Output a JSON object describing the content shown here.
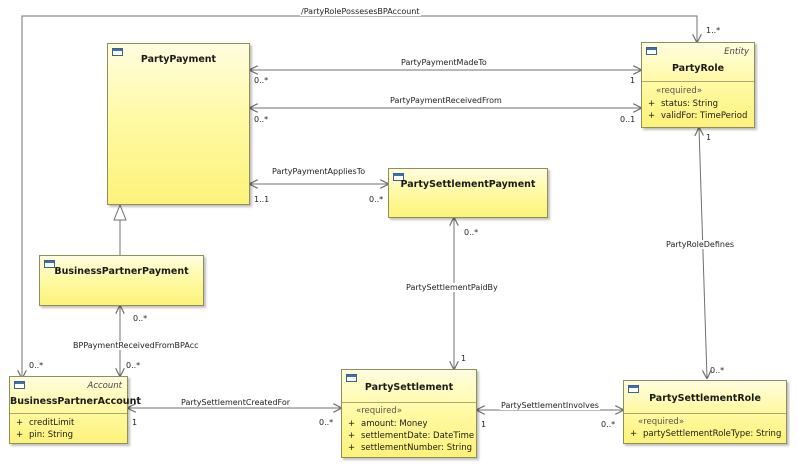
{
  "classes": {
    "party_payment": {
      "name": "PartyPayment"
    },
    "party_role": {
      "name": "PartyRole",
      "stereotype": "Entity",
      "required_label": "«required»",
      "attributes": [
        {
          "vis": "+",
          "text": "status: String"
        },
        {
          "vis": "+",
          "text": "validFor: TimePeriod"
        }
      ]
    },
    "party_settlement_payment": {
      "name": "PartySettlementPayment"
    },
    "business_partner_payment": {
      "name": "BusinessPartnerPayment"
    },
    "business_partner_account": {
      "name": "BusinessPartnerAccount",
      "stereotype": "Account",
      "attributes": [
        {
          "vis": "+",
          "text": "creditLimit"
        },
        {
          "vis": "+",
          "text": "pin: String"
        }
      ]
    },
    "party_settlement": {
      "name": "PartySettlement",
      "required_label": "«required»",
      "attributes": [
        {
          "vis": "+",
          "text": "amount: Money"
        },
        {
          "vis": "+",
          "text": "settlementDate: DateTime"
        },
        {
          "vis": "+",
          "text": "settlementNumber: String"
        }
      ]
    },
    "party_settlement_role": {
      "name": "PartySettlementRole",
      "required_label": "«required»",
      "attributes": [
        {
          "vis": "+",
          "text": "partySettlementRoleType: String"
        }
      ]
    }
  },
  "associations": {
    "possesses": {
      "name": "/PartyRolePossesesBPAccount",
      "mult_a": "0..*",
      "mult_b": "1..*"
    },
    "made_to": {
      "name": "PartyPaymentMadeTo",
      "mult_a": "0..*",
      "mult_b": "1"
    },
    "received_from": {
      "name": "PartyPaymentReceivedFrom",
      "mult_a": "0..*",
      "mult_b": "0..1"
    },
    "applies_to": {
      "name": "PartyPaymentAppliesTo",
      "mult_a": "1..1",
      "mult_b": "0..*"
    },
    "role_defines": {
      "name": "PartyRoleDefines",
      "mult_a": "1",
      "mult_b": "0..*"
    },
    "paid_by": {
      "name": "PartySettlementPaidBy",
      "mult_a": "0..*",
      "mult_b": "1"
    },
    "bp_received": {
      "name": "BPPaymentReceivedFromBPAcc",
      "mult_a": "0..*",
      "mult_b": "0..*"
    },
    "created_for": {
      "name": "PartySettlementCreatedFor",
      "mult_a": "1",
      "mult_b": "0..*"
    },
    "involves": {
      "name": "PartySettlementInvolves",
      "mult_a": "1",
      "mult_b": "0..*"
    }
  },
  "colors": {
    "class_fill": "#fffaa6",
    "class_border": "#8f8f5a",
    "line": "#6e6e6e",
    "icon": "#3f6fb0"
  }
}
